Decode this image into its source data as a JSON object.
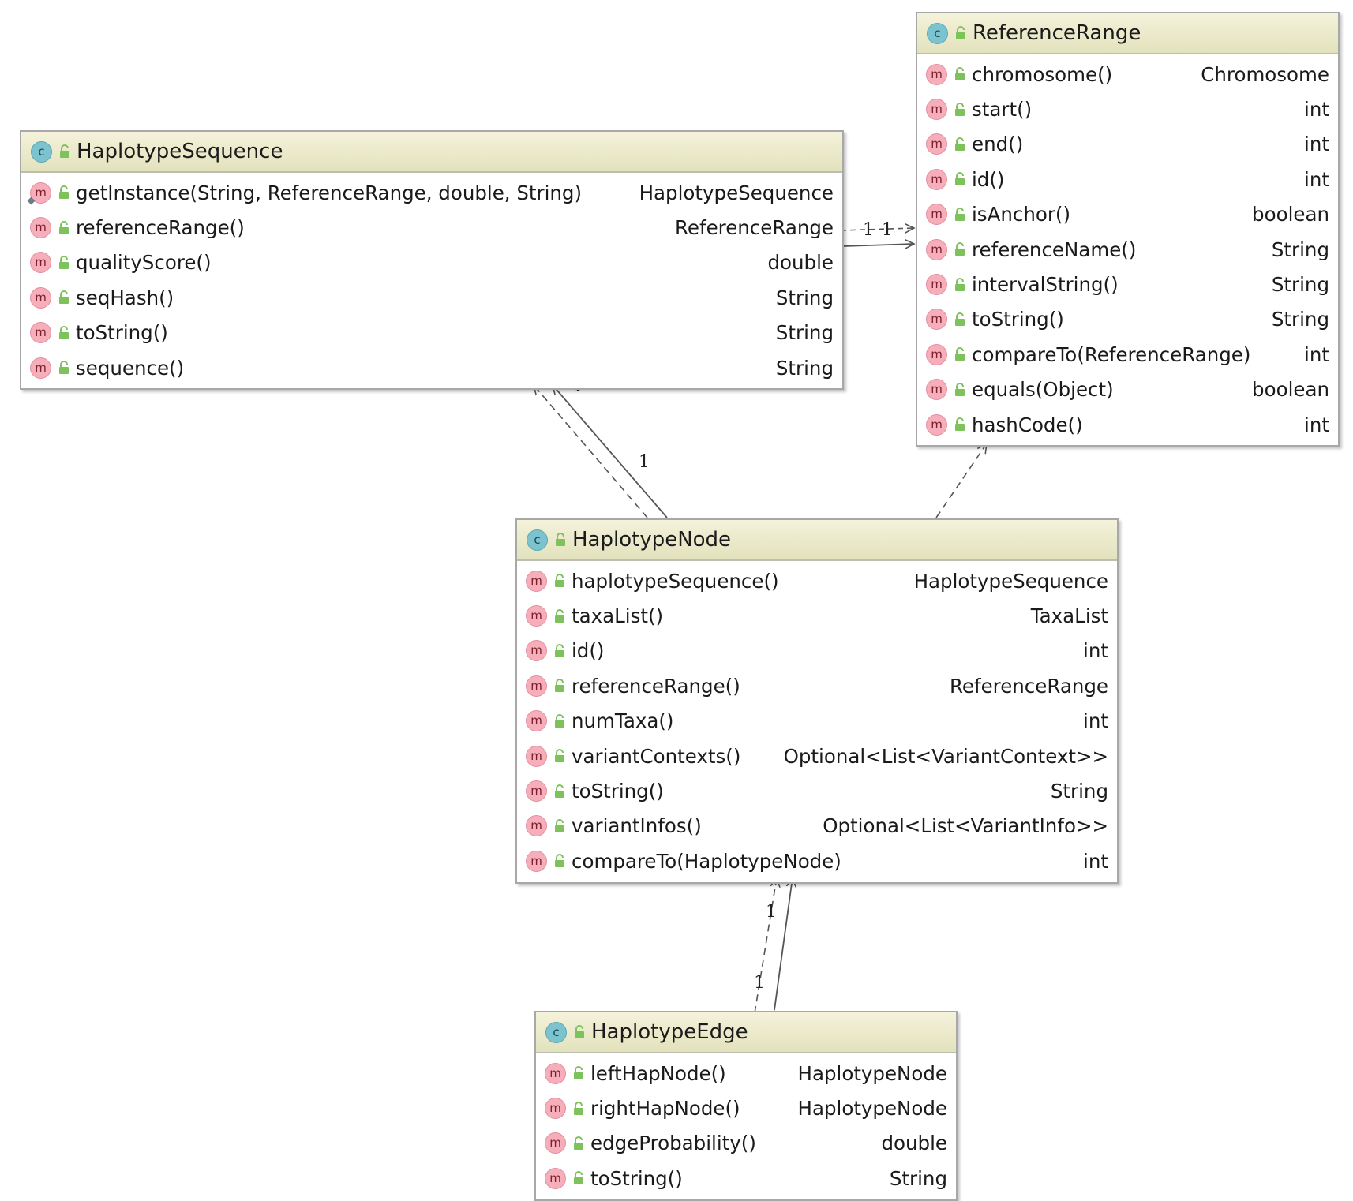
{
  "diagram": {
    "classes": {
      "haplotype_sequence": {
        "name": "HaplotypeSequence",
        "kind_icon": "class-icon",
        "kind_letter": "c",
        "methods": [
          {
            "name": "getInstance(String, ReferenceRange, double, String)",
            "type": "HaplotypeSequence",
            "icon": "static-method-icon",
            "letter": "m"
          },
          {
            "name": "referenceRange()",
            "type": "ReferenceRange",
            "icon": "method-icon",
            "letter": "m"
          },
          {
            "name": "qualityScore()",
            "type": "double",
            "icon": "method-icon",
            "letter": "m"
          },
          {
            "name": "seqHash()",
            "type": "String",
            "icon": "method-icon",
            "letter": "m"
          },
          {
            "name": "toString()",
            "type": "String",
            "icon": "method-icon",
            "letter": "m"
          },
          {
            "name": "sequence()",
            "type": "String",
            "icon": "method-icon",
            "letter": "m"
          }
        ]
      },
      "reference_range": {
        "name": "ReferenceRange",
        "kind_icon": "class-icon",
        "kind_letter": "c",
        "methods": [
          {
            "name": "chromosome()",
            "type": "Chromosome",
            "icon": "method-icon",
            "letter": "m"
          },
          {
            "name": "start()",
            "type": "int",
            "icon": "method-icon",
            "letter": "m"
          },
          {
            "name": "end()",
            "type": "int",
            "icon": "method-icon",
            "letter": "m"
          },
          {
            "name": "id()",
            "type": "int",
            "icon": "method-icon",
            "letter": "m"
          },
          {
            "name": "isAnchor()",
            "type": "boolean",
            "icon": "method-icon",
            "letter": "m"
          },
          {
            "name": "referenceName()",
            "type": "String",
            "icon": "method-icon",
            "letter": "m"
          },
          {
            "name": "intervalString()",
            "type": "String",
            "icon": "method-icon",
            "letter": "m"
          },
          {
            "name": "toString()",
            "type": "String",
            "icon": "method-icon",
            "letter": "m"
          },
          {
            "name": "compareTo(ReferenceRange)",
            "type": "int",
            "icon": "method-icon",
            "letter": "m"
          },
          {
            "name": "equals(Object)",
            "type": "boolean",
            "icon": "method-icon",
            "letter": "m"
          },
          {
            "name": "hashCode()",
            "type": "int",
            "icon": "method-icon",
            "letter": "m"
          }
        ]
      },
      "haplotype_node": {
        "name": "HaplotypeNode",
        "kind_icon": "class-icon",
        "kind_letter": "c",
        "methods": [
          {
            "name": "haplotypeSequence()",
            "type": "HaplotypeSequence",
            "icon": "method-icon",
            "letter": "m"
          },
          {
            "name": "taxaList()",
            "type": "TaxaList",
            "icon": "method-icon",
            "letter": "m"
          },
          {
            "name": "id()",
            "type": "int",
            "icon": "method-icon",
            "letter": "m"
          },
          {
            "name": "referenceRange()",
            "type": "ReferenceRange",
            "icon": "method-icon",
            "letter": "m"
          },
          {
            "name": "numTaxa()",
            "type": "int",
            "icon": "method-icon",
            "letter": "m"
          },
          {
            "name": "variantContexts()",
            "type": "Optional<List<VariantContext>>",
            "icon": "method-icon",
            "letter": "m"
          },
          {
            "name": "toString()",
            "type": "String",
            "icon": "method-icon",
            "letter": "m"
          },
          {
            "name": "variantInfos()",
            "type": "Optional<List<VariantInfo>>",
            "icon": "method-icon",
            "letter": "m"
          },
          {
            "name": "compareTo(HaplotypeNode)",
            "type": "int",
            "icon": "method-icon",
            "letter": "m"
          }
        ]
      },
      "haplotype_edge": {
        "name": "HaplotypeEdge",
        "kind_icon": "class-icon",
        "kind_letter": "c",
        "methods": [
          {
            "name": "leftHapNode()",
            "type": "HaplotypeNode",
            "icon": "method-icon",
            "letter": "m"
          },
          {
            "name": "rightHapNode()",
            "type": "HaplotypeNode",
            "icon": "method-icon",
            "letter": "m"
          },
          {
            "name": "edgeProbability()",
            "type": "double",
            "icon": "method-icon",
            "letter": "m"
          },
          {
            "name": "toString()",
            "type": "String",
            "icon": "method-icon",
            "letter": "m"
          }
        ]
      }
    },
    "relations": {
      "seq_to_range": {
        "from": "HaplotypeSequence",
        "to": "ReferenceRange",
        "kinds": [
          "dependency",
          "composition"
        ],
        "mult_a": "1",
        "mult_b": "1"
      },
      "node_to_seq": {
        "from": "HaplotypeNode",
        "to": "HaplotypeSequence",
        "kinds": [
          "dependency",
          "composition"
        ],
        "mult_a": "1",
        "mult_b": "1"
      },
      "node_to_range": {
        "from": "HaplotypeNode",
        "to": "ReferenceRange",
        "kinds": [
          "dependency"
        ]
      },
      "edge_to_node": {
        "from": "HaplotypeEdge",
        "to": "HaplotypeNode",
        "kinds": [
          "dependency",
          "composition"
        ],
        "mult_a": "1",
        "mult_b": "1"
      }
    },
    "colors": {
      "header": "#e9e8c8",
      "border": "#a8a8a8",
      "method_icon": "#f5aeba",
      "class_icon": "#7cc3cf",
      "visibility_icon": "#7dc25b",
      "link": "#555555"
    }
  }
}
